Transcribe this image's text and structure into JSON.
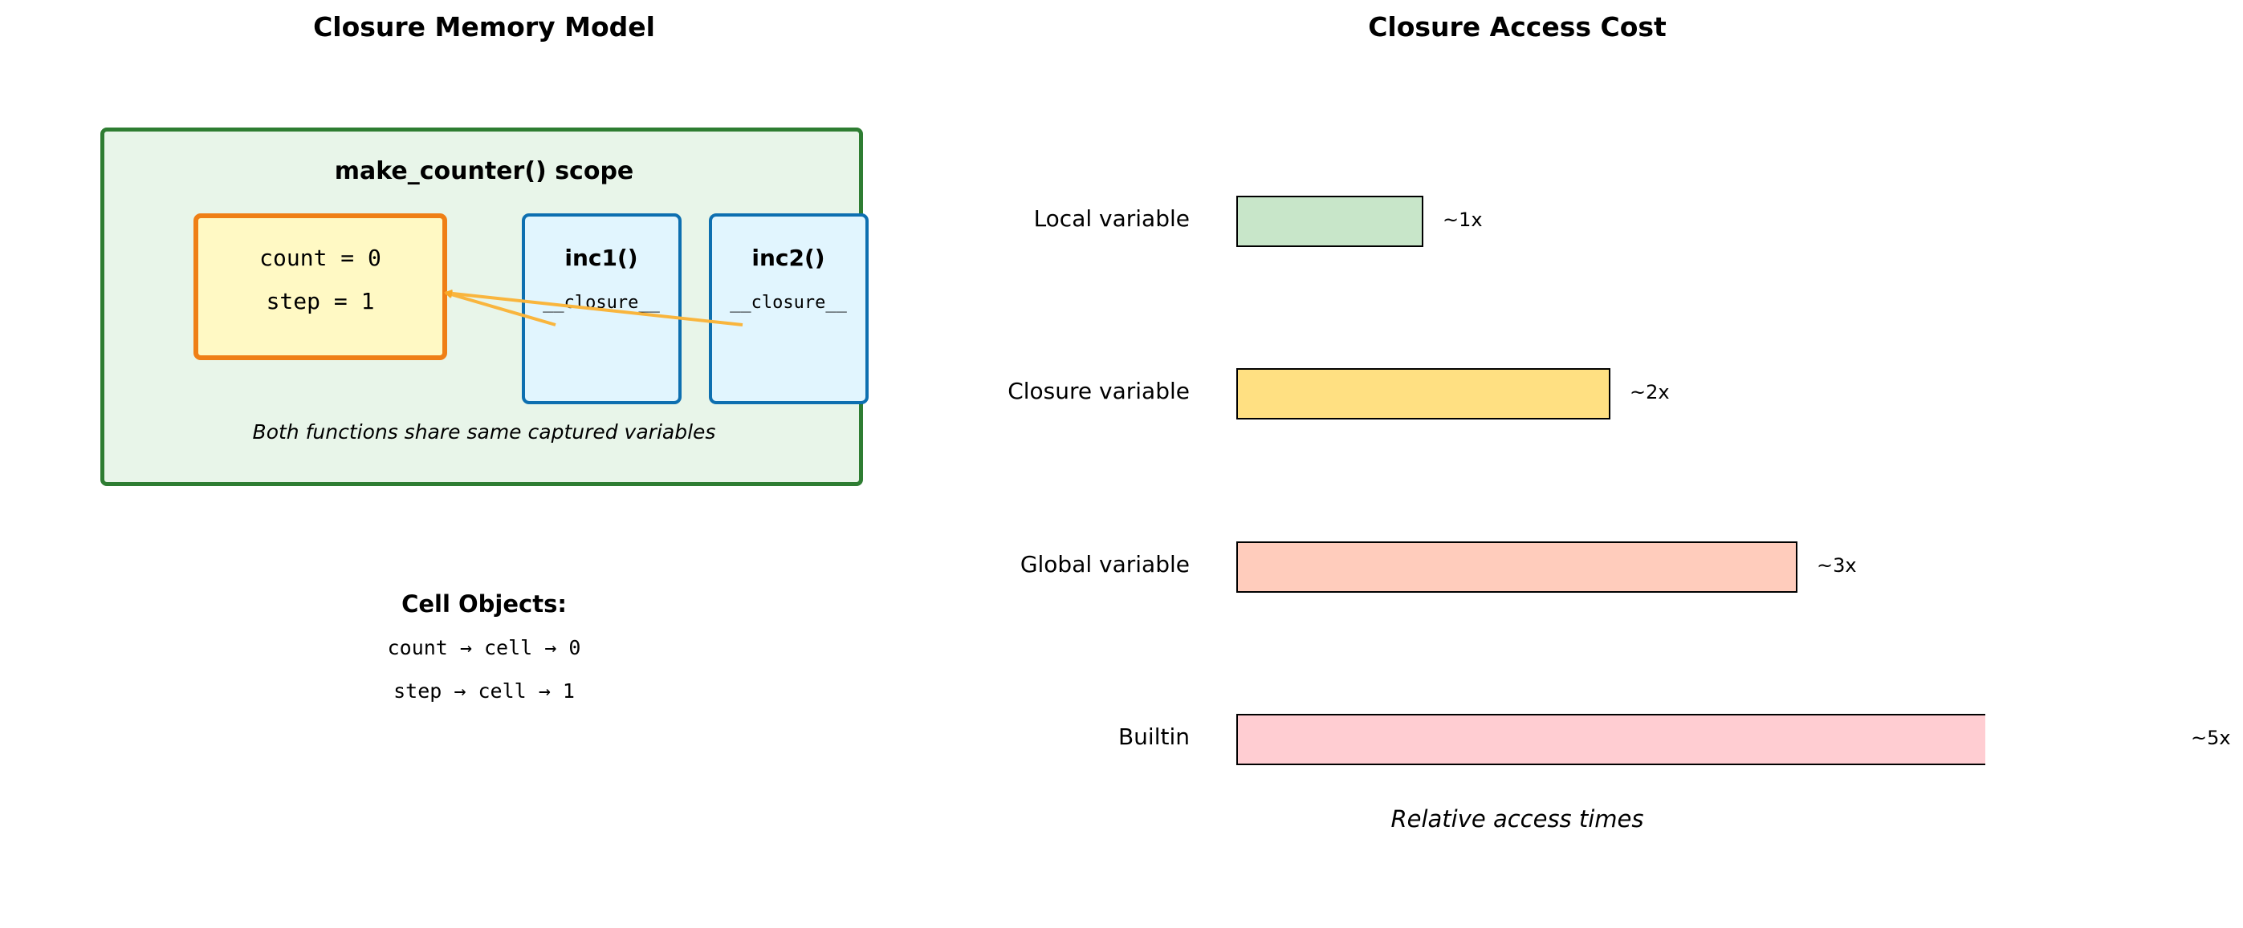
{
  "left_panel": {
    "title": "Closure Memory Model",
    "scope_label": "make_counter() scope",
    "variables": [
      "count = 0",
      "step = 1"
    ],
    "functions": [
      {
        "name": "inc1()",
        "attr": "__closure__"
      },
      {
        "name": "inc2()",
        "attr": "__closure__"
      }
    ],
    "caption": "Both functions share same captured variables",
    "cell_objects": {
      "heading": "Cell Objects:",
      "lines": [
        "count → cell → 0",
        "step → cell → 1"
      ]
    },
    "colors": {
      "scope_fill": "#e8f5e9",
      "scope_border": "#2e7d32",
      "vars_fill": "#fff9c4",
      "vars_border": "#ef7f16",
      "fn_fill": "#e1f5fe",
      "fn_border": "#0d6fb0",
      "arrow": "#f9b53d"
    }
  },
  "right_panel": {
    "title": "Closure Access Cost",
    "note": "Relative access times"
  },
  "chart_data": {
    "type": "bar",
    "orientation": "horizontal",
    "title": "Closure Access Cost",
    "categories": [
      "Local variable",
      "Closure variable",
      "Global variable",
      "Builtin"
    ],
    "values": [
      1,
      2,
      3,
      5
    ],
    "labels": [
      "~1x",
      "~2x",
      "~3x",
      "~5x"
    ],
    "colors": [
      "#c8e6c9",
      "#ffe082",
      "#ffccbc",
      "#ffcdd2"
    ],
    "xlim": [
      0,
      5
    ],
    "grid": false,
    "annotation": "Relative access times"
  }
}
